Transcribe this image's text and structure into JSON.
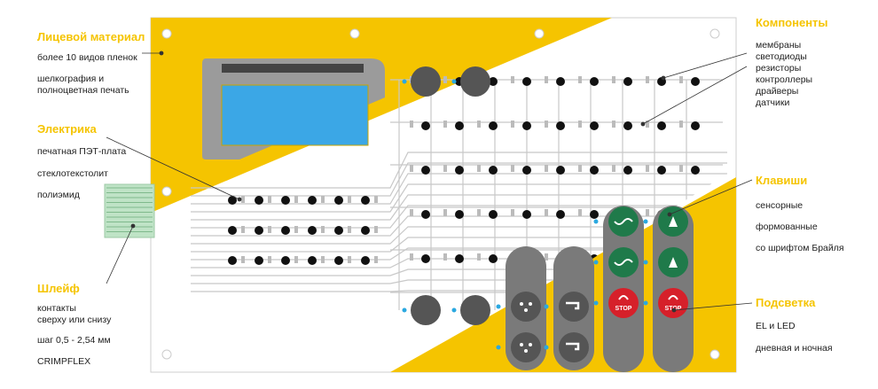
{
  "colors": {
    "yellow": "#f5c400",
    "gray": "#9b9b9b",
    "trace": "#c8c8c8",
    "screen": "#3ba7e6",
    "key_dark": "#555555",
    "key_green": "#1f7a4a",
    "key_red": "#d6202a",
    "led": "#2aa8e0"
  },
  "left": {
    "face": {
      "title": "Лицевой материал",
      "lines": [
        "более 10 видов пленок",
        "шелкография и\nполноцветная печать"
      ]
    },
    "electrics": {
      "title": "Электрика",
      "lines": [
        "печатная ПЭТ-плата",
        "стеклотекстолит",
        "полиэмид"
      ]
    },
    "cable": {
      "title": "Шлейф",
      "lines": [
        "контакты\nсверху или снизу",
        "шаг 0,5 - 2,54 мм",
        "CRIMPFLEX"
      ]
    }
  },
  "right": {
    "components": {
      "title": "Компоненты",
      "lines": [
        "мембраны",
        "светодиоды",
        "резисторы",
        "контроллеры",
        "драйверы",
        "датчики"
      ]
    },
    "keys": {
      "title": "Клавиши",
      "lines": [
        "сенсорные",
        "формованные",
        "со шрифтом Брайля"
      ]
    },
    "backlight": {
      "title": "Подсветка",
      "lines": [
        "EL и LED",
        "дневная и ночная"
      ]
    }
  },
  "key_labels": {
    "stop": "STOP"
  },
  "icons": {
    "keys": [
      "drop-icon",
      "tap-icon",
      "wave-icon",
      "pet-icon",
      "stop-icon"
    ]
  }
}
